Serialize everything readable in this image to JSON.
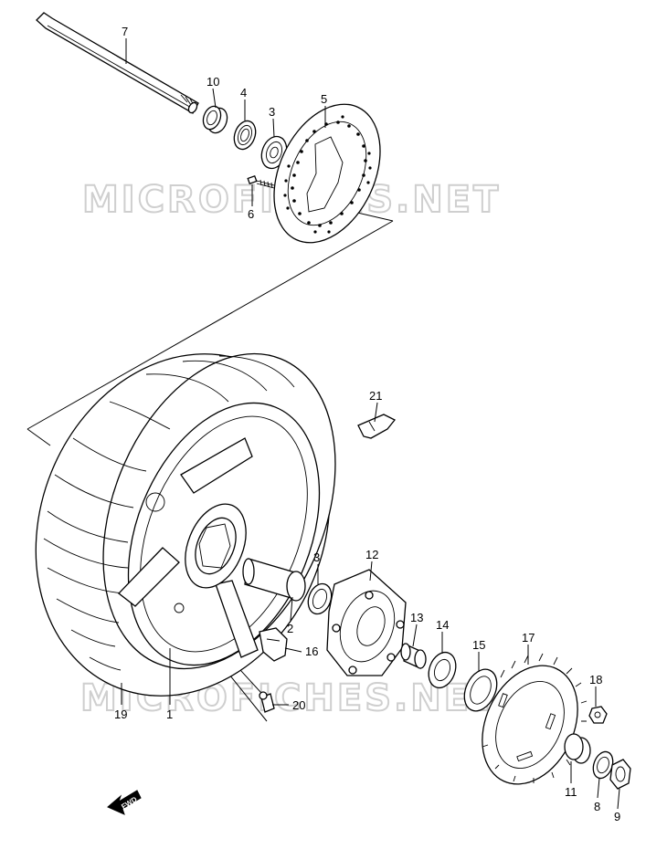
{
  "watermark": "MICROFICHES.NET",
  "fwd_label": "FWD",
  "callouts": [
    {
      "id": "c1",
      "number": "1"
    },
    {
      "id": "c2",
      "number": "2"
    },
    {
      "id": "c3a",
      "number": "3"
    },
    {
      "id": "c3b",
      "number": "3"
    },
    {
      "id": "c4",
      "number": "4"
    },
    {
      "id": "c5",
      "number": "5"
    },
    {
      "id": "c6",
      "number": "6"
    },
    {
      "id": "c7",
      "number": "7"
    },
    {
      "id": "c8",
      "number": "8"
    },
    {
      "id": "c9",
      "number": "9"
    },
    {
      "id": "c10",
      "number": "10"
    },
    {
      "id": "c11",
      "number": "11"
    },
    {
      "id": "c12",
      "number": "12"
    },
    {
      "id": "c13",
      "number": "13"
    },
    {
      "id": "c14",
      "number": "14"
    },
    {
      "id": "c15",
      "number": "15"
    },
    {
      "id": "c16",
      "number": "16"
    },
    {
      "id": "c17",
      "number": "17"
    },
    {
      "id": "c18",
      "number": "18"
    },
    {
      "id": "c19",
      "number": "19"
    },
    {
      "id": "c20",
      "number": "20"
    },
    {
      "id": "c21",
      "number": "21"
    }
  ]
}
